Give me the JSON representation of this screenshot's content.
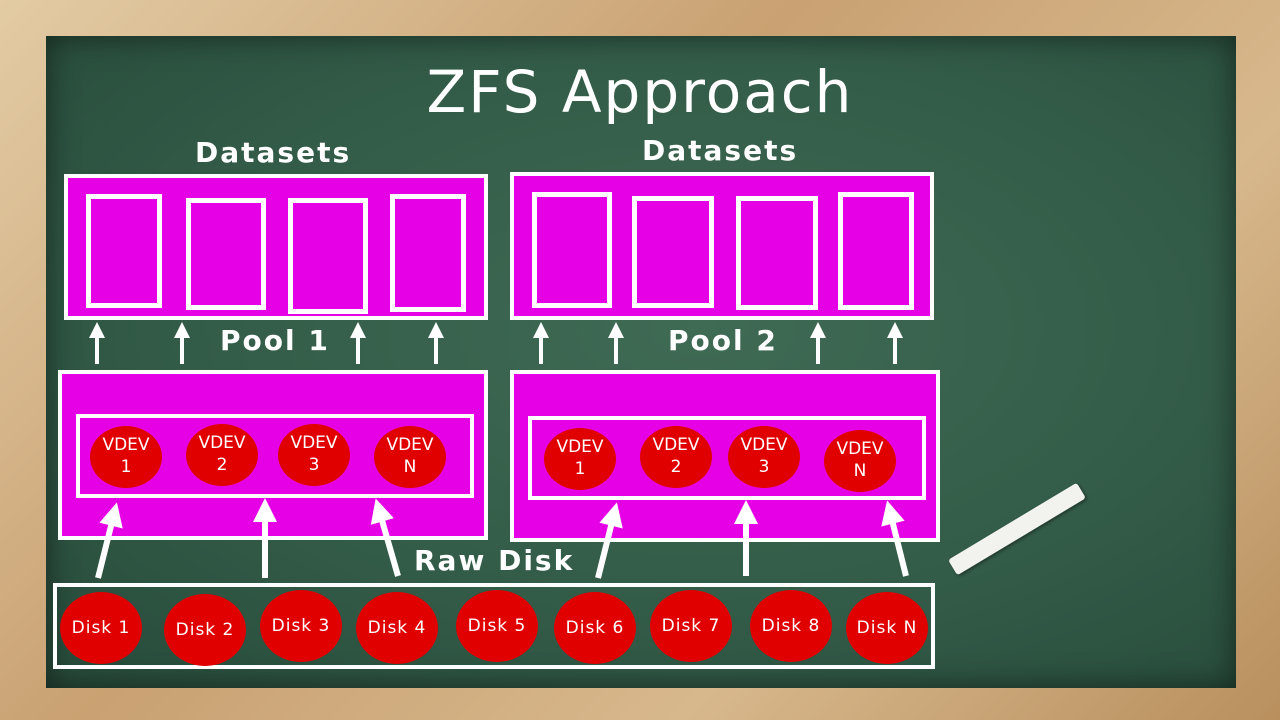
{
  "title": "ZFS Approach",
  "pool1": {
    "datasets_label": "Datasets",
    "pool_label": "Pool 1",
    "vdevs": [
      {
        "name": "VDEV",
        "num": "1"
      },
      {
        "name": "VDEV",
        "num": "2"
      },
      {
        "name": "VDEV",
        "num": "3"
      },
      {
        "name": "VDEV",
        "num": "N"
      }
    ]
  },
  "pool2": {
    "datasets_label": "Datasets",
    "pool_label": "Pool 2",
    "vdevs": [
      {
        "name": "VDEV",
        "num": "1"
      },
      {
        "name": "VDEV",
        "num": "2"
      },
      {
        "name": "VDEV",
        "num": "3"
      },
      {
        "name": "VDEV",
        "num": "N"
      }
    ]
  },
  "raw_disk_label": "Raw Disk",
  "disks": [
    "Disk 1",
    "Disk 2",
    "Disk 3",
    "Disk 4",
    "Disk 5",
    "Disk 6",
    "Disk 7",
    "Disk 8",
    "Disk N"
  ],
  "colors": {
    "chalkboard": "#335c48",
    "frame": "#c9a172",
    "pool_fill": "#e600e6",
    "vdev_disk_fill": "#e00000",
    "chalk": "#ffffff"
  }
}
